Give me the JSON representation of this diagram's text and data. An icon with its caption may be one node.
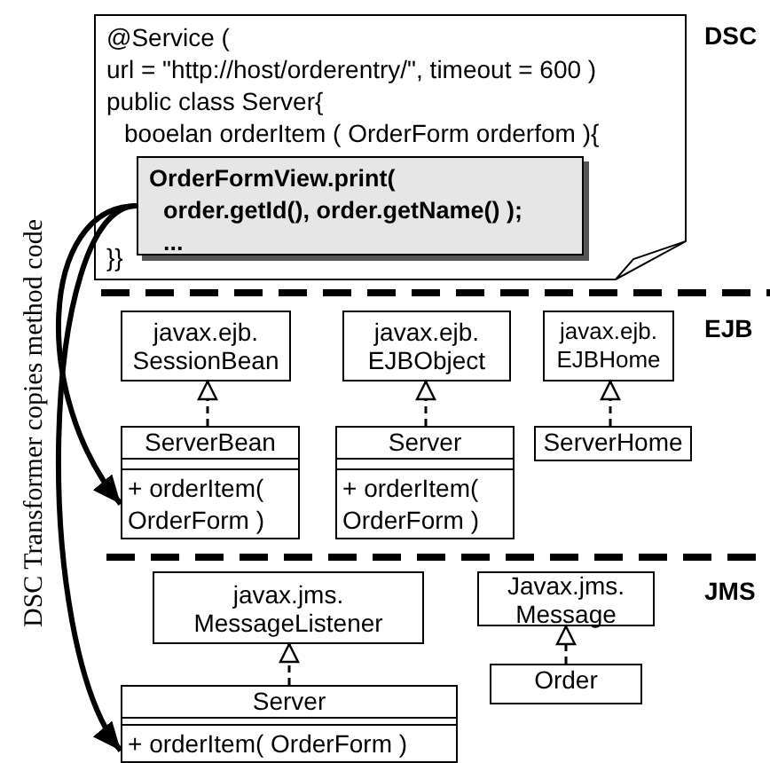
{
  "diagram": {
    "nodes": [
      {
        "text": [
          "@Service (",
          "url = \"http://host/orderentry/\", timeout = 600 )",
          "public class Server{",
          "booelan orderItem ( OrderForm orderfom ){",
          "}}"
        ]
      },
      {
        "text": [
          "OrderFormView.print(",
          "order.getId(), order.getName() );",
          "..."
        ],
        "in": 0
      },
      {
        "text": [
          "javax.ejb. SessionBean"
        ]
      },
      {
        "text": [
          "javax.ejb. EJBObject"
        ]
      },
      {
        "text": [
          "javax.ejb. EJBHome"
        ]
      },
      {
        "text": [
          "ServerBean",
          "+ orderItem( OrderForm )"
        ]
      },
      {
        "text": [
          "Server",
          "+ orderItem( OrderForm )"
        ]
      },
      {
        "text": [
          "ServerHome"
        ]
      },
      {
        "text": [
          "javax.jms. MessageListener"
        ]
      },
      {
        "text": [
          "Javax.jms. Message"
        ]
      },
      {
        "text": [
          "Server",
          "+ orderItem( OrderForm )"
        ]
      },
      {
        "text": [
          "Order"
        ]
      }
    ],
    "edges": [
      {
        "from": 1,
        "to": 5,
        "arrow": "to",
        "style": "thick"
      },
      {
        "from": 1,
        "to": 10,
        "arrow": "to",
        "style": "thick"
      },
      {
        "from": 5,
        "to": 2,
        "arrow": "to",
        "style": "dashed"
      },
      {
        "from": 6,
        "to": 3,
        "arrow": "to",
        "style": "dashed"
      },
      {
        "from": 7,
        "to": 4,
        "arrow": "to",
        "style": "dashed"
      },
      {
        "from": 10,
        "to": 8,
        "arrow": "to",
        "style": "dashed"
      },
      {
        "from": 11,
        "to": 9,
        "arrow": "to",
        "style": "dashed"
      }
    ],
    "labels": [
      "DSC",
      "EJB",
      "JMS",
      "DSC Transformer copies method code"
    ]
  }
}
